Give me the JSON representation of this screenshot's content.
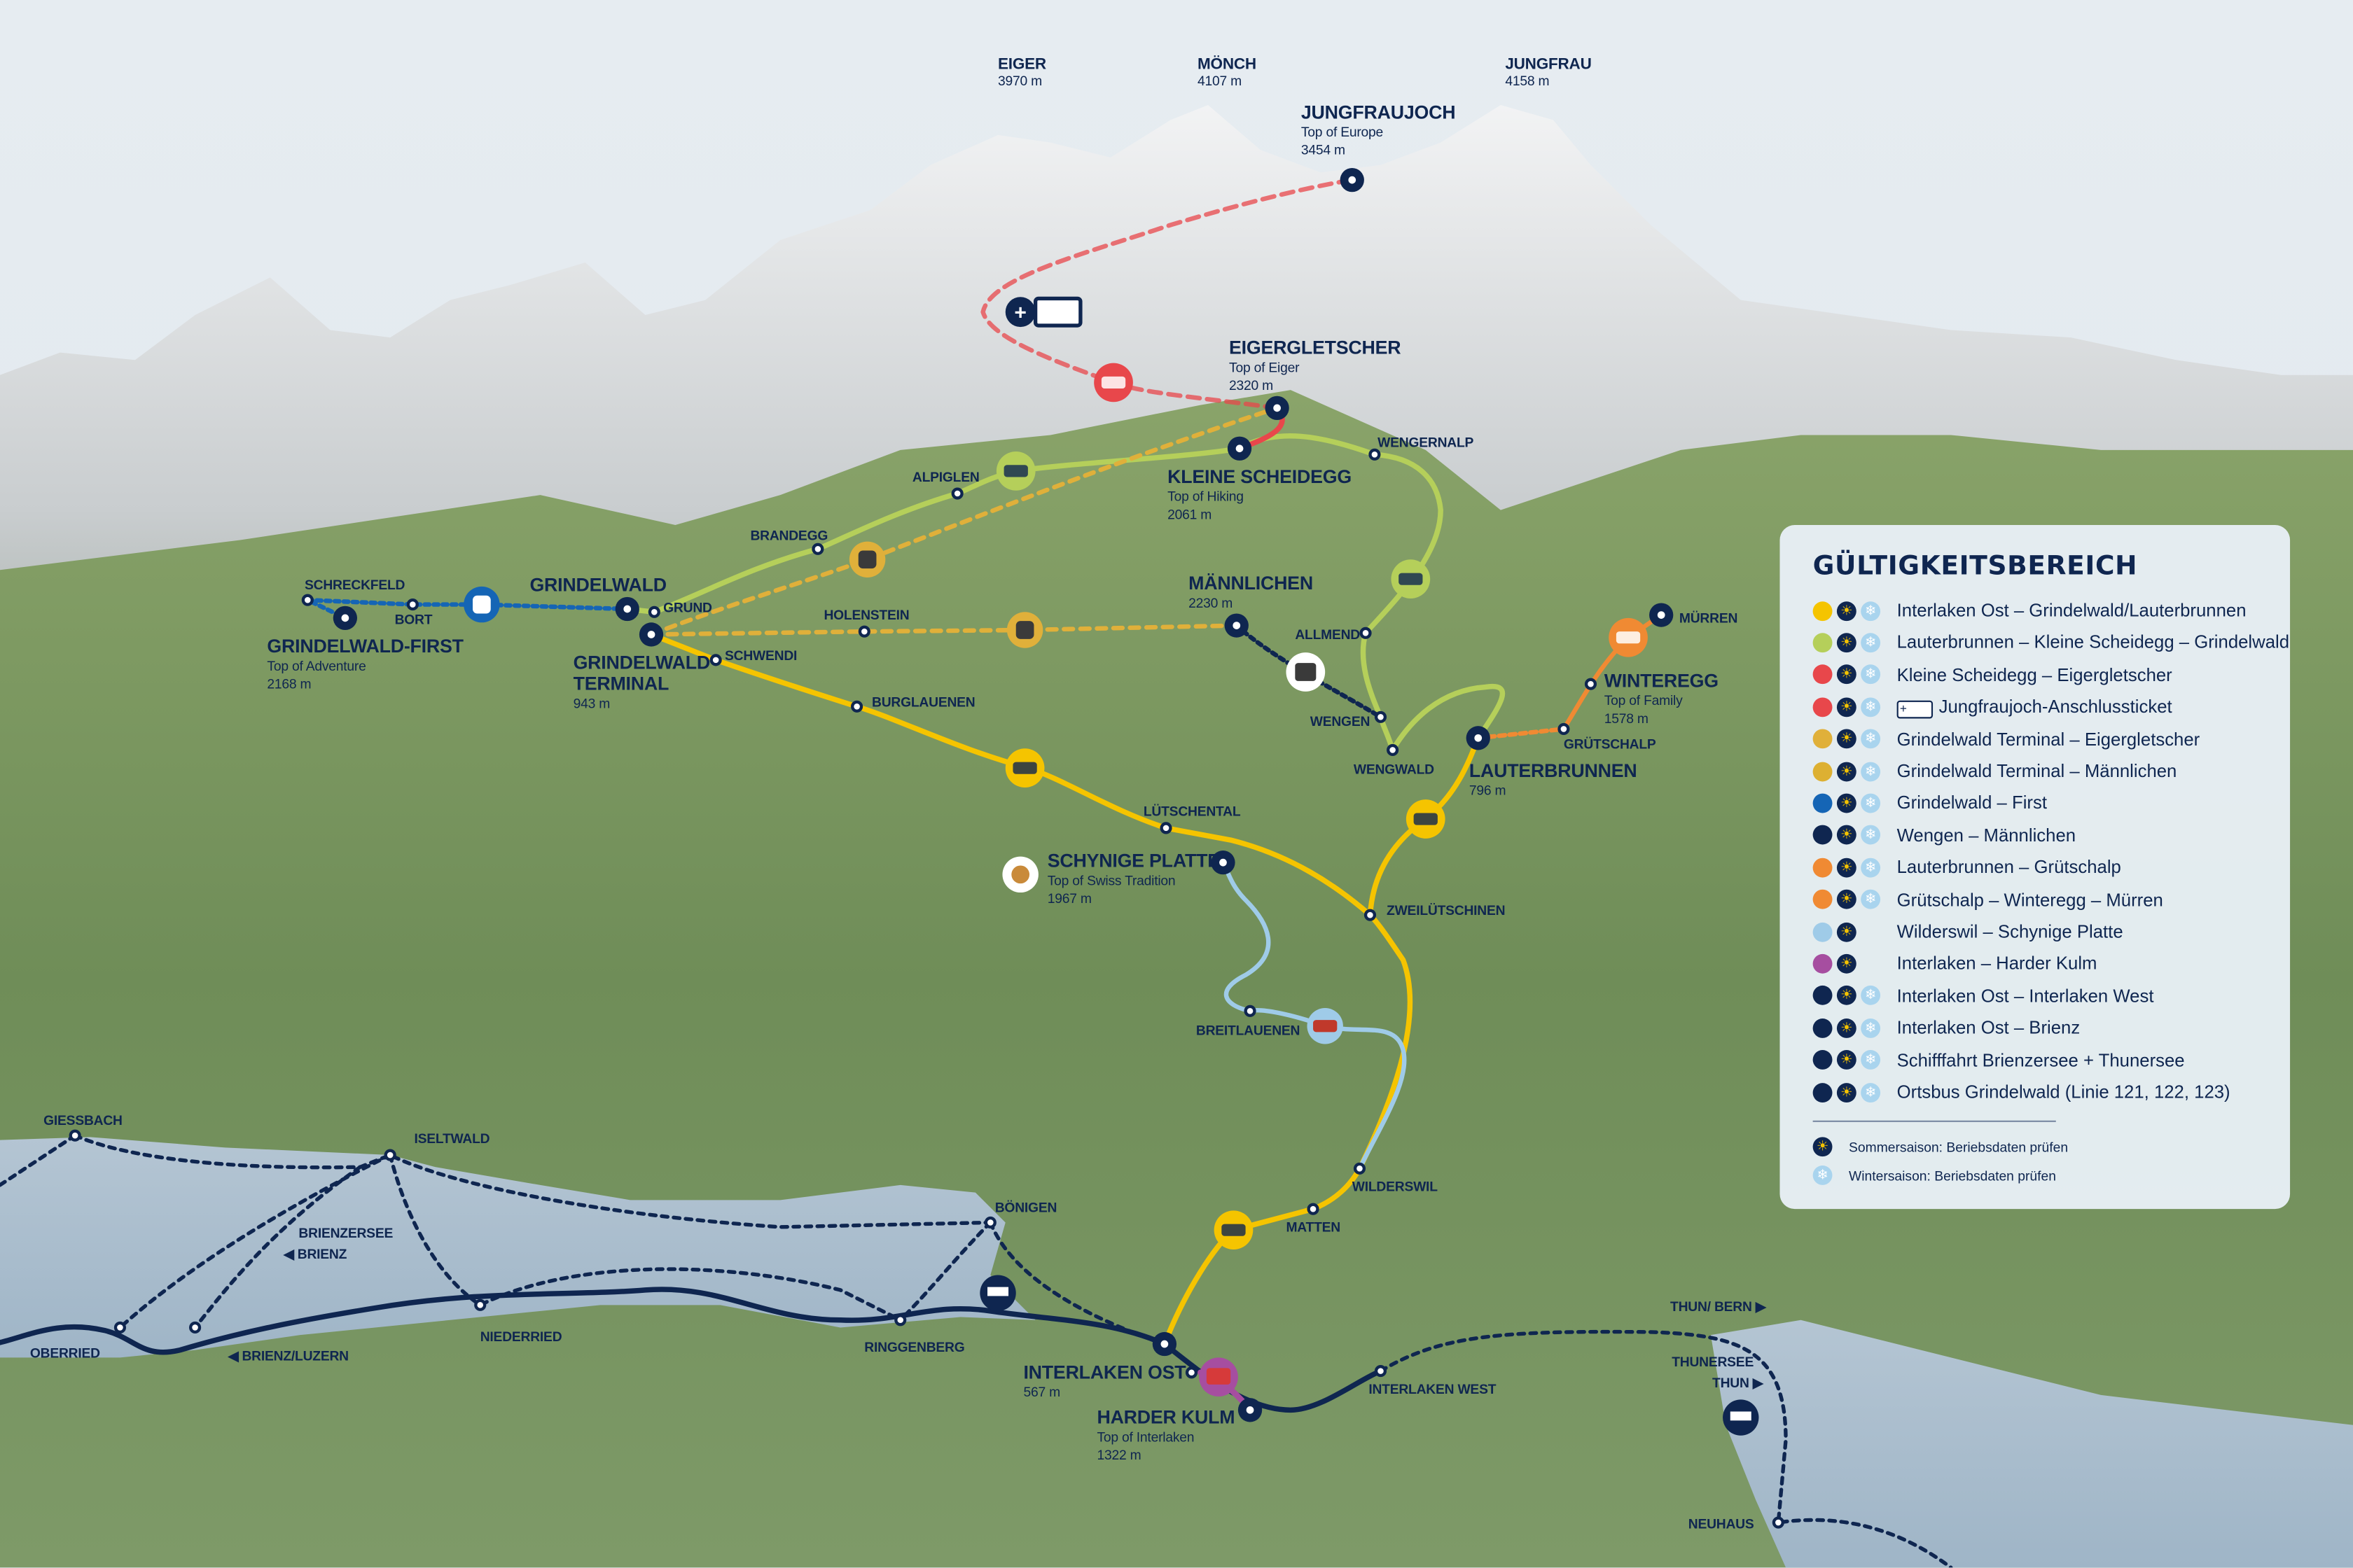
{
  "colors": {
    "yellow": "#f5c400",
    "green": "#b5cf5a",
    "red": "#e8474b",
    "gold": "#e0b03a",
    "blue": "#1565b5",
    "navy": "#0f2650",
    "orange": "#f08a33",
    "lightblue": "#9fcbe8",
    "purple": "#a64ea0"
  },
  "peaks": [
    {
      "name": "EIGER",
      "alt": "3970 m"
    },
    {
      "name": "MÖNCH",
      "alt": "4107 m"
    },
    {
      "name": "JUNGFRAU",
      "alt": "4158 m"
    }
  ],
  "major_stations": {
    "jungfraujoch": {
      "name": "JUNGFRAUJOCH",
      "sub": "Top of Europe",
      "alt": "3454 m"
    },
    "eigergletscher": {
      "name": "EIGERGLETSCHER",
      "sub": "Top of Eiger",
      "alt": "2320 m"
    },
    "kleine_scheidegg": {
      "name": "KLEINE SCHEIDEGG",
      "sub": "Top of Hiking",
      "alt": "2061 m"
    },
    "maennlichen": {
      "name": "MÄNNLICHEN",
      "alt": "2230 m"
    },
    "grindelwald": {
      "name": "GRINDELWALD"
    },
    "grindelwald_terminal": {
      "name1": "GRINDELWALD",
      "name2": "TERMINAL",
      "alt": "943 m"
    },
    "first": {
      "name": "GRINDELWALD-FIRST",
      "sub": "Top of Adventure",
      "alt": "2168 m"
    },
    "winteregg": {
      "name": "WINTEREGG",
      "sub": "Top of Family",
      "alt": "1578 m"
    },
    "lauterbrunnen": {
      "name": "LAUTERBRUNNEN",
      "alt": "796 m"
    },
    "schynige_platte": {
      "name": "SCHYNIGE PLATTE",
      "sub": "Top of Swiss Tradition",
      "alt": "1967 m"
    },
    "interlaken_ost": {
      "name": "INTERLAKEN OST",
      "alt": "567 m"
    },
    "harder_kulm": {
      "name": "HARDER KULM",
      "sub": "Top of Interlaken",
      "alt": "1322 m"
    }
  },
  "minor_stations": {
    "schreckfeld": "SCHRECKFELD",
    "bort": "BORT",
    "grund": "GRUND",
    "schwendi": "SCHWENDI",
    "brandegg": "BRANDEGG",
    "alpiglen": "ALPIGLEN",
    "holenstein": "HOLENSTEIN",
    "wengernalp": "WENGERNALP",
    "allmend": "ALLMEND",
    "wengen": "WENGEN",
    "wengwald": "WENGWALD",
    "gruetschalp": "GRÜTSCHALP",
    "muerren": "MÜRREN",
    "burglauenen": "BURGLAUENEN",
    "luetschental": "LÜTSCHENTAL",
    "zweiluetschinen": "ZWEILÜTSCHINEN",
    "breitlauenen": "BREITLAUENEN",
    "wilderswil": "WILDERSWIL",
    "matten": "MATTEN",
    "boenigen": "BÖNIGEN",
    "iseltwald": "ISELTWALD",
    "giessbach": "GIESSBACH",
    "brienzersee": "BRIENZERSEE",
    "brienz": "◀ BRIENZ",
    "oberried": "OBERRIED",
    "brienz_luzern": "◀ BRIENZ/LUZERN",
    "niederried": "NIEDERRIED",
    "ringgenberg": "RINGGENBERG",
    "interlaken_west": "INTERLAKEN WEST",
    "thun_bern": "THUN/ BERN ▶",
    "thunersee": "THUNERSEE",
    "thun": "THUN ▶",
    "neuhaus": "NEUHAUS"
  },
  "legend": {
    "title": "GÜLTIGKEITSBEREICH",
    "items": [
      {
        "color": "#f5c400",
        "label": "Interlaken Ost – Grindelwald/Lauterbrunnen",
        "summer": true,
        "winter": true
      },
      {
        "color": "#b5cf5a",
        "label": "Lauterbrunnen – Kleine Scheidegg – Grindelwald",
        "summer": true,
        "winter": true
      },
      {
        "color": "#e8474b",
        "label": "Kleine Scheidegg – Eigergletscher",
        "summer": true,
        "winter": true
      },
      {
        "color": "#e8474b",
        "label": "Jungfraujoch-Anschlussticket",
        "summer": true,
        "winter": true,
        "ticket_icon": true
      },
      {
        "color": "#e0b03a",
        "label": "Grindelwald Terminal – Eigergletscher",
        "summer": true,
        "winter": true
      },
      {
        "color": "#ddb032",
        "label": "Grindelwald Terminal – Männlichen",
        "summer": true,
        "winter": true
      },
      {
        "color": "#1565b5",
        "label": "Grindelwald – First",
        "summer": true,
        "winter": true
      },
      {
        "color": "#0f2650",
        "label": "Wengen – Männlichen",
        "summer": true,
        "winter": true
      },
      {
        "color": "#f08a33",
        "label": "Lauterbrunnen – Grütschalp",
        "summer": true,
        "winter": true
      },
      {
        "color": "#f08a33",
        "label": "Grütschalp – Winteregg – Mürren",
        "summer": true,
        "winter": true
      },
      {
        "color": "#9fcbe8",
        "label": "Wilderswil – Schynige Platte",
        "summer": true,
        "winter": false
      },
      {
        "color": "#a64ea0",
        "label": "Interlaken – Harder Kulm",
        "summer": true,
        "winter": false
      },
      {
        "color": "#0f2650",
        "label": "Interlaken Ost – Interlaken West",
        "summer": true,
        "winter": true
      },
      {
        "color": "#0f2650",
        "label": "Interlaken Ost – Brienz",
        "summer": true,
        "winter": true
      },
      {
        "color": "#0f2650",
        "label": "Schifffahrt Brienzersee + Thunersee",
        "summer": true,
        "winter": true
      },
      {
        "color": "#0f2650",
        "label": "Ortsbus Grindelwald (Linie 121, 122, 123)",
        "summer": true,
        "winter": true
      }
    ],
    "summer_note": "Sommersaison: Beriebsdaten prüfen",
    "winter_note": "Wintersaison: Beriebsdaten prüfen",
    "summer_icon": "sun-icon",
    "winter_icon": "snowflake-icon"
  }
}
